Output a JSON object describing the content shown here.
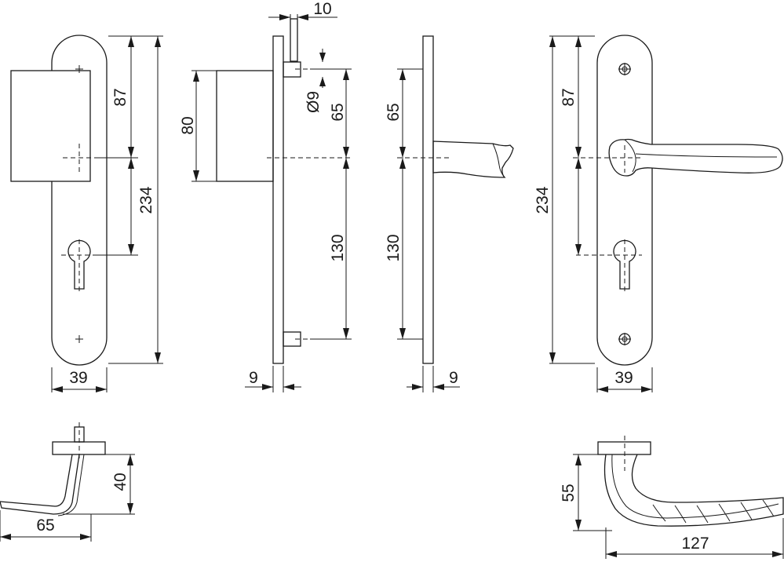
{
  "dimensions": {
    "d1_87": "87",
    "d1_234": "234",
    "d1_39": "39",
    "d2_10": "10",
    "d2_80": "80",
    "d2_dia9": "Ø9",
    "d2_65": "65",
    "d2_130": "130",
    "d2_9": "9",
    "d3_65": "65",
    "d3_130": "130",
    "d3_9": "9",
    "d4_87": "87",
    "d4_234": "234",
    "d4_39": "39",
    "d5_40": "40",
    "d5_65": "65",
    "d6_55": "55",
    "d6_127": "127"
  }
}
